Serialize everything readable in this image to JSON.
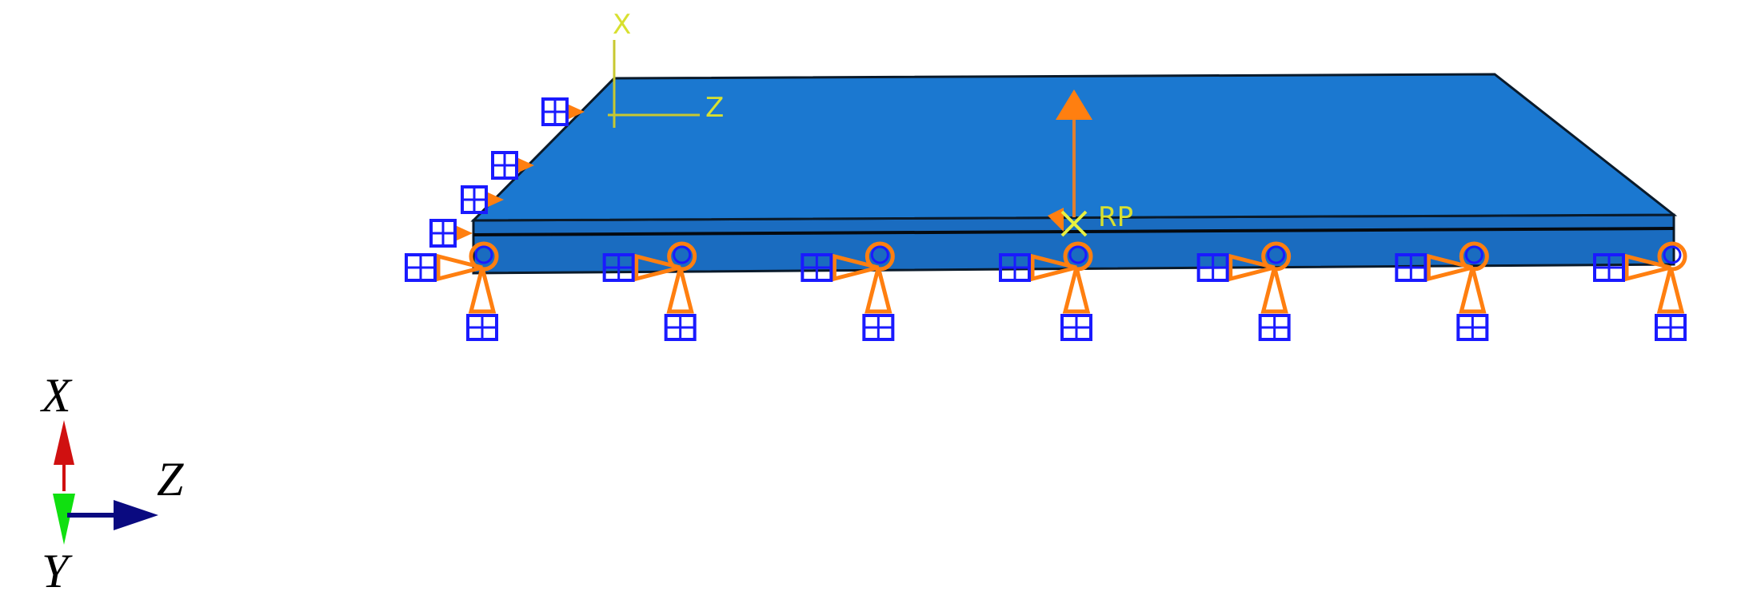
{
  "viewport": {
    "plate_color": "#1b78d0",
    "plate_edge_color": "#0a1a2a",
    "support_color_blue": "#1a1aff",
    "support_color_orange": "#ff7f10",
    "label_color": "#d8e030",
    "front_supports": 7,
    "side_supports": 4
  },
  "local_csys": {
    "x_label": "X",
    "z_label": "Z"
  },
  "reference_point": {
    "label": "RP"
  },
  "triad": {
    "x_label": "X",
    "y_label": "Y",
    "z_label": "Z",
    "x_color": "#d01010",
    "y_color": "#10e010",
    "z_color": "#0a0a80"
  }
}
